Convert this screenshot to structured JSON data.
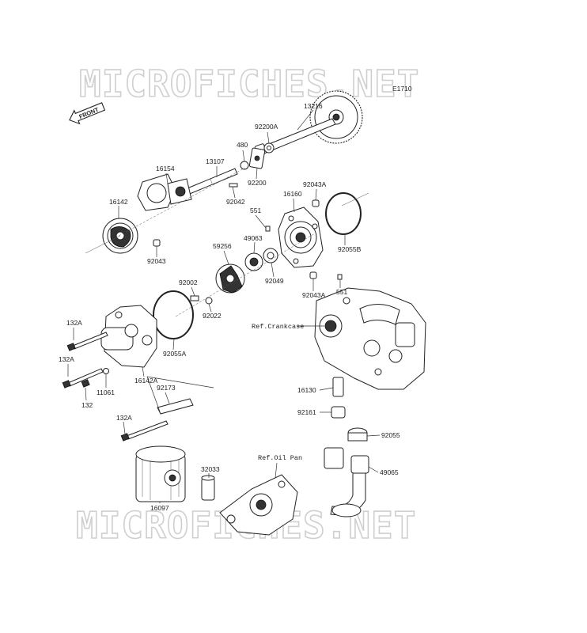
{
  "watermark": {
    "top": "MICROFICHES.NET",
    "bottom": "MICROFICHES.NET"
  },
  "orientation": {
    "front": "FRONT"
  },
  "references": {
    "crankcase": "Ref.Crankcase",
    "oil_pan": "Ref.Oil Pan"
  },
  "figure_code": "E1710",
  "parts": [
    {
      "id": "13216",
      "text": "13216"
    },
    {
      "id": "92200A",
      "text": "92200A"
    },
    {
      "id": "480",
      "text": "480"
    },
    {
      "id": "92200",
      "text": "92200"
    },
    {
      "id": "16154",
      "text": "16154"
    },
    {
      "id": "13107",
      "text": "13107"
    },
    {
      "id": "92042",
      "text": "92042"
    },
    {
      "id": "92043A-top",
      "text": "92043A"
    },
    {
      "id": "16160",
      "text": "16160"
    },
    {
      "id": "551-top",
      "text": "551"
    },
    {
      "id": "16142",
      "text": "16142"
    },
    {
      "id": "49063",
      "text": "49063"
    },
    {
      "id": "59256",
      "text": "59256"
    },
    {
      "id": "92055B",
      "text": "92055B"
    },
    {
      "id": "92043",
      "text": "92043"
    },
    {
      "id": "92049",
      "text": "92049"
    },
    {
      "id": "92002",
      "text": "92002"
    },
    {
      "id": "92043A-bottom",
      "text": "92043A"
    },
    {
      "id": "551-bottom",
      "text": "551"
    },
    {
      "id": "92022",
      "text": "92022"
    },
    {
      "id": "132A-1",
      "text": "132A"
    },
    {
      "id": "92055A",
      "text": "92055A"
    },
    {
      "id": "132A-2",
      "text": "132A"
    },
    {
      "id": "16142A",
      "text": "16142A"
    },
    {
      "id": "11061",
      "text": "11061"
    },
    {
      "id": "132",
      "text": "132"
    },
    {
      "id": "92173",
      "text": "92173"
    },
    {
      "id": "16130",
      "text": "16130"
    },
    {
      "id": "92161",
      "text": "92161"
    },
    {
      "id": "132A-3",
      "text": "132A"
    },
    {
      "id": "92055",
      "text": "92055"
    },
    {
      "id": "32033",
      "text": "32033"
    },
    {
      "id": "49065",
      "text": "49065"
    },
    {
      "id": "16097",
      "text": "16097"
    }
  ]
}
